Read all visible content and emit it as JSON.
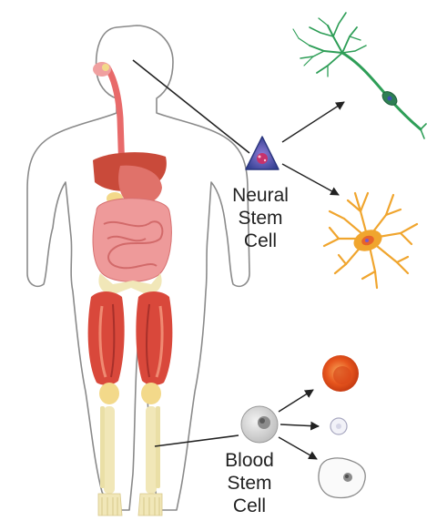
{
  "neural_label": {
    "line1": "Neural",
    "line2": "Stem",
    "line3": "Cell"
  },
  "blood_label": {
    "line1": "Blood",
    "line2": "Stem",
    "line3": "Cell"
  },
  "colors": {
    "body_outline": "#8a8a8a",
    "muscle": "#d9483b",
    "muscle_light": "#ef8a72",
    "intestine": "#ee9a9a",
    "stomach": "#e0726a",
    "liver": "#c94a3a",
    "esophagus": "#e86a6a",
    "bone": "#f1e7b8",
    "joint": "#f3d98a",
    "neuron": "#2e9e57",
    "astrocyte": "#f0a52e",
    "astrocyte_nucleus": "#e8632a",
    "neural_stem": "#3a4aa0",
    "red_cell": "#e24a1c",
    "blood_stem": "#cfcfcf"
  },
  "icons": [
    "human-body-figure",
    "neural-stem-cell-icon",
    "neuron-icon",
    "astrocyte-icon",
    "blood-stem-cell-icon",
    "red-blood-cell-icon",
    "platelet-icon",
    "white-blood-cell-icon"
  ]
}
